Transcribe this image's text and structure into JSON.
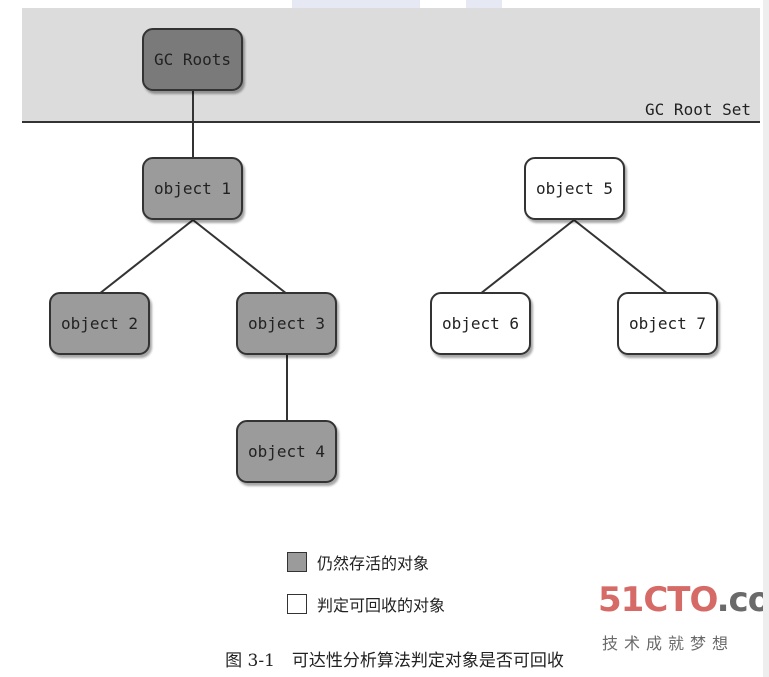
{
  "root_set": {
    "label": "GC Root Set"
  },
  "nodes": {
    "gc_roots": "GC Roots",
    "object1": "object 1",
    "object2": "object 2",
    "object3": "object 3",
    "object4": "object 4",
    "object5": "object 5",
    "object6": "object 6",
    "object7": "object 7"
  },
  "legend": {
    "alive": "仍然存活的对象",
    "collectable": "判定可回收的对象"
  },
  "caption": "图 3-1　可达性分析算法判定对象是否可回收",
  "watermark": {
    "logo_a": "51CTO",
    "logo_b": ".com",
    "sub": "技术成就梦想"
  },
  "colors": {
    "alive_fill": "#9b9b9b",
    "root_fill": "#7a7a7a",
    "dead_fill": "#ffffff",
    "band": "#dcdcdc",
    "watermark_red": "#d66a66"
  }
}
